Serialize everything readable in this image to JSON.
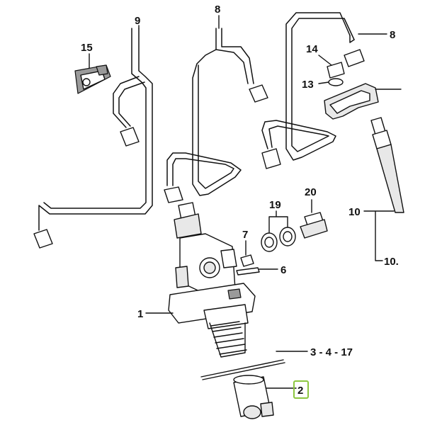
{
  "diagram": {
    "callouts": [
      {
        "id": "c9",
        "text": "9"
      },
      {
        "id": "c8a",
        "text": "8"
      },
      {
        "id": "c8b",
        "text": "8"
      },
      {
        "id": "c15",
        "text": "15"
      },
      {
        "id": "c14",
        "text": "14"
      },
      {
        "id": "c13",
        "text": "13"
      },
      {
        "id": "c19",
        "text": "19"
      },
      {
        "id": "c20",
        "text": "20"
      },
      {
        "id": "c10",
        "text": "10"
      },
      {
        "id": "c10b",
        "text": "10."
      },
      {
        "id": "c7",
        "text": "7"
      },
      {
        "id": "c6",
        "text": "6"
      },
      {
        "id": "c1",
        "text": "1"
      },
      {
        "id": "c3417",
        "text": "3 - 4 - 17"
      },
      {
        "id": "c2",
        "text": "2"
      }
    ],
    "highlight_color": "#8cc63f",
    "line_color": "#111111"
  }
}
